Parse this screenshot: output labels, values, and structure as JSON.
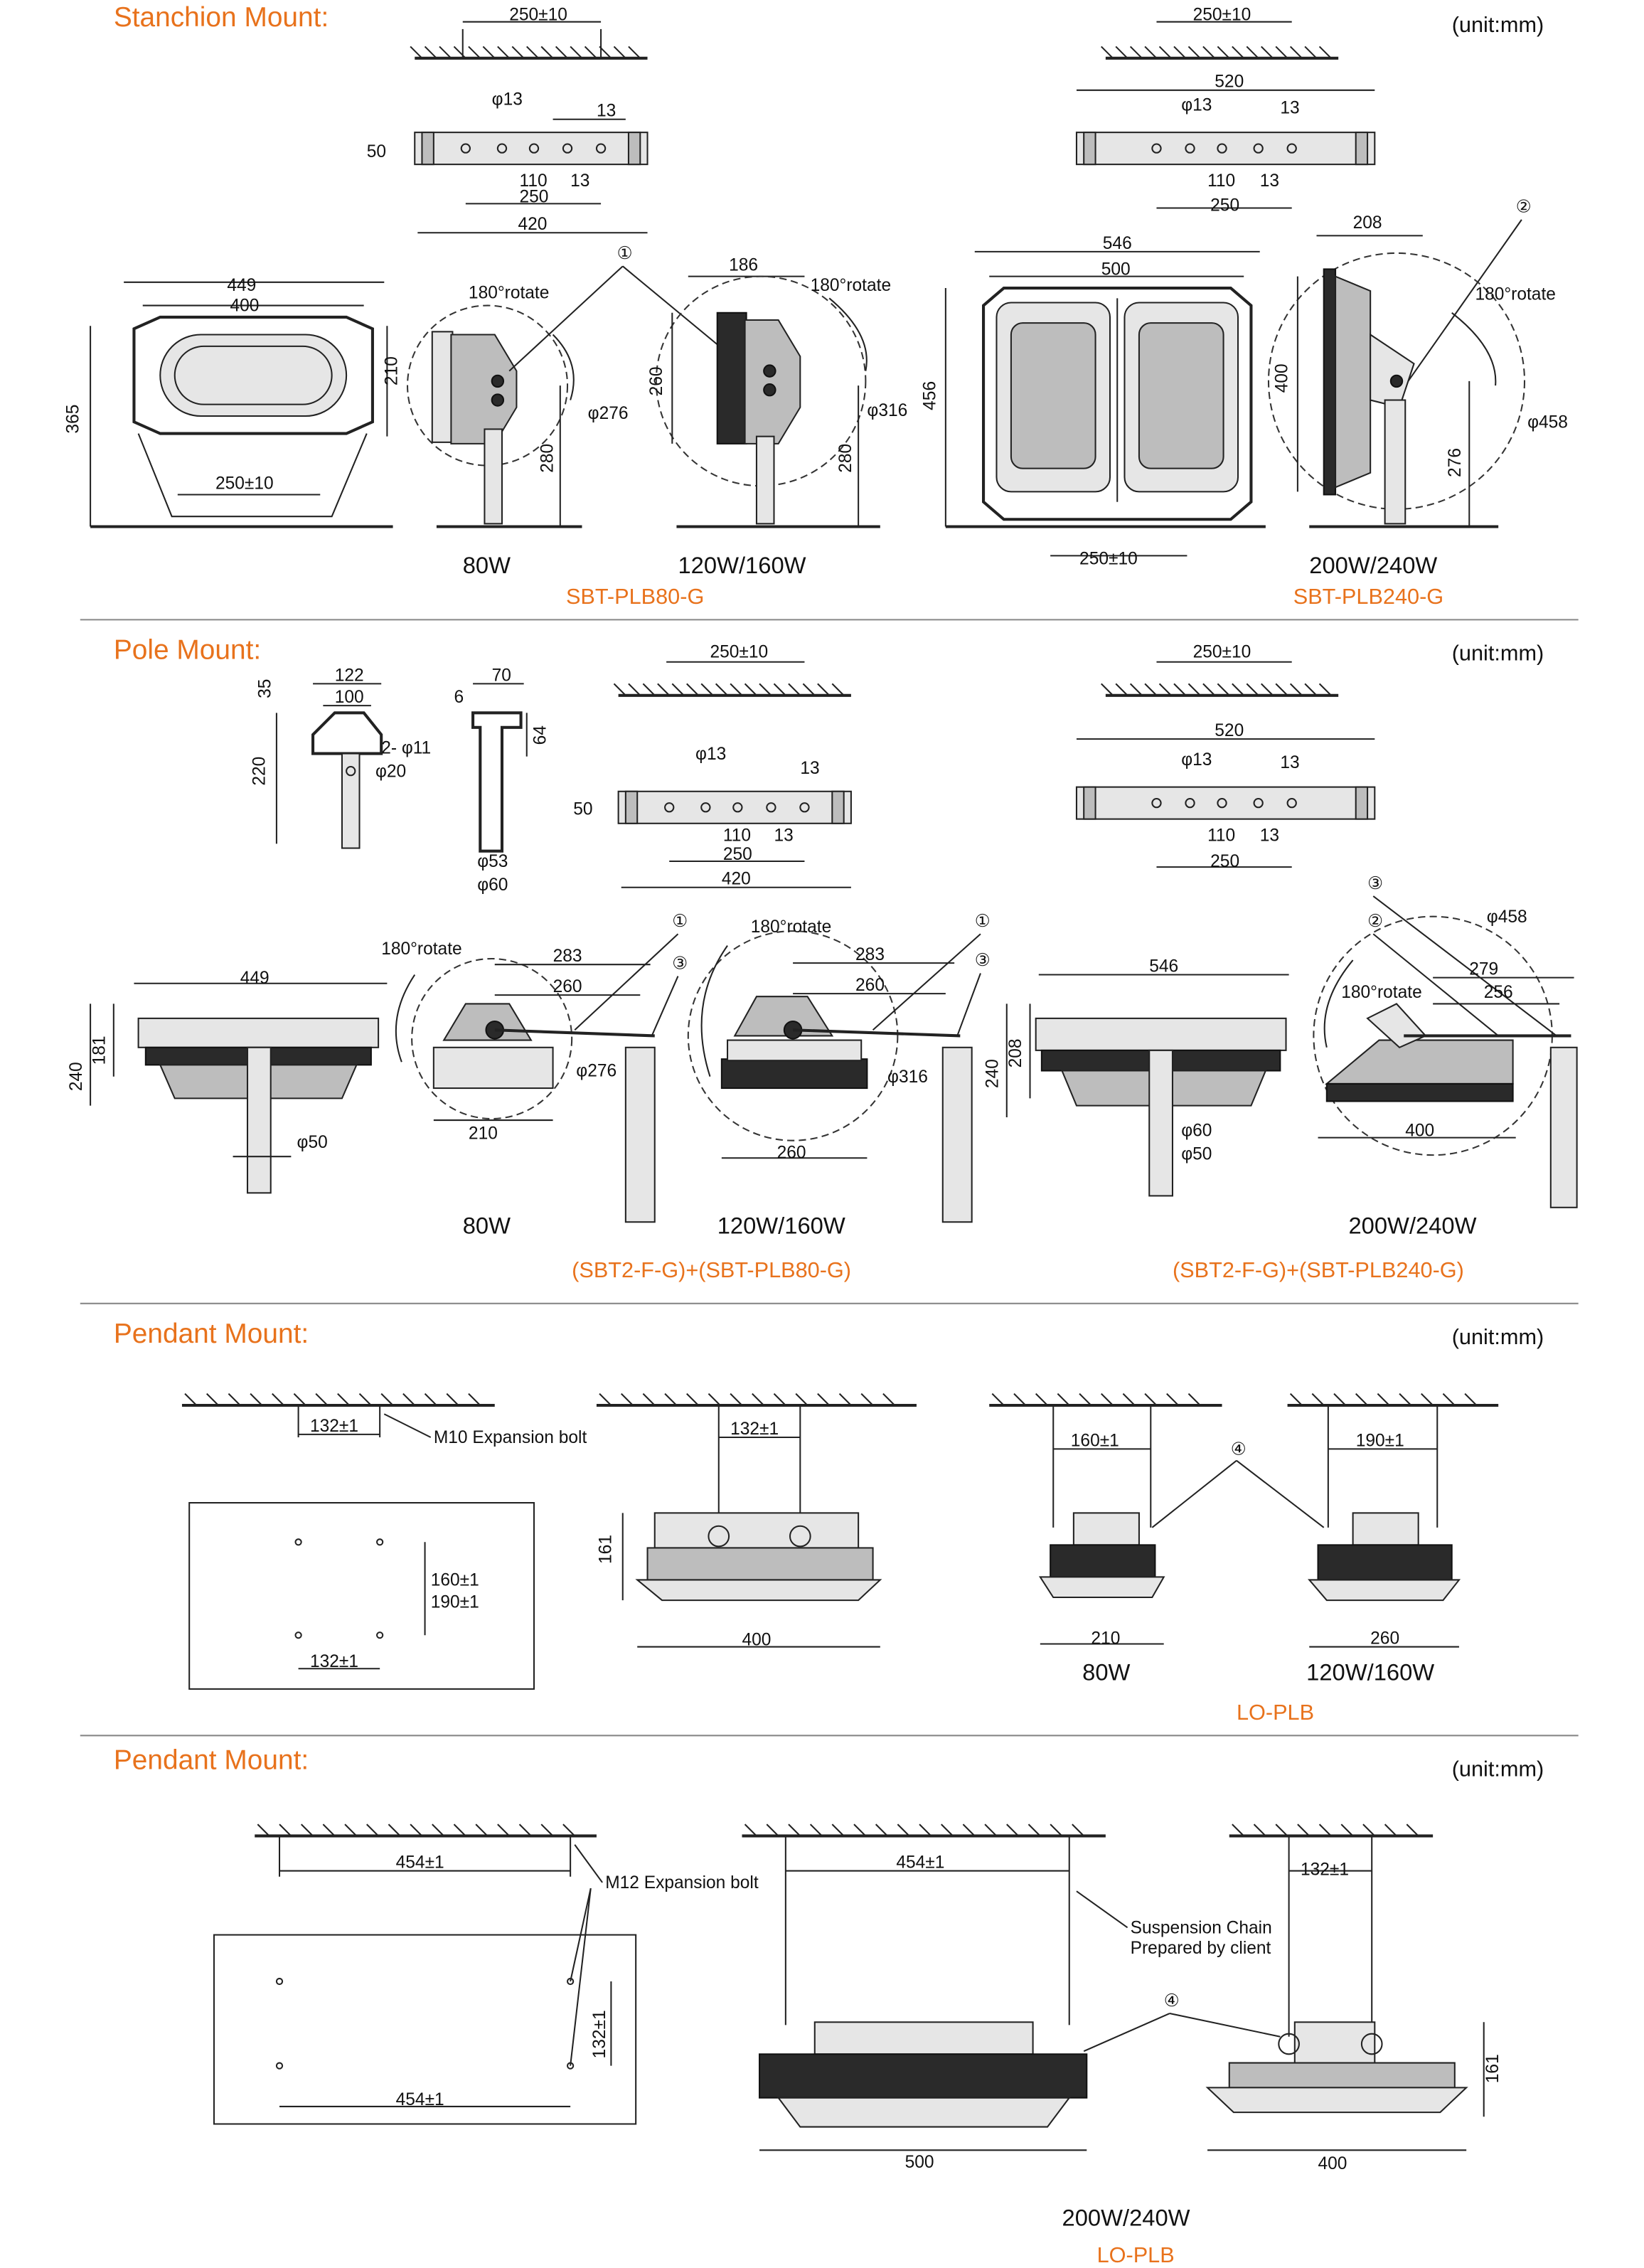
{
  "unit_label": "(unit:mm)",
  "sections": {
    "stanchion": {
      "title": "Stanchion Mount:",
      "rail_left": {
        "spacing": "250±10",
        "hole": "φ13",
        "d1": "13",
        "d2": "13",
        "h": "50",
        "a": "110",
        "b": "250",
        "total": "420"
      },
      "rail_right": {
        "spacing": "250±10",
        "width": "520",
        "hole": "φ13",
        "d1": "13",
        "d2": "13",
        "a": "110",
        "b": "250"
      },
      "lamp_80": {
        "w1": "449",
        "w2": "400",
        "h1": "365",
        "h2": "210",
        "base": "250±10",
        "rotate": "180°rotate",
        "dia": "φ276",
        "h3": "280",
        "callout": "①"
      },
      "lamp_120": {
        "w": "186",
        "rotate": "180°rotate",
        "h": "260",
        "dia": "φ316",
        "h2": "280"
      },
      "lamp_200": {
        "w1": "546",
        "w2": "500",
        "h": "456",
        "base": "250±10"
      },
      "lamp_240": {
        "w": "208",
        "callout": "②",
        "rotate": "180°rotate",
        "h": "400",
        "dia": "φ458",
        "h2": "276"
      },
      "captions": [
        "80W",
        "120W/160W",
        "200W/240W"
      ],
      "models": [
        "SBT-PLB80-G",
        "SBT-PLB240-G"
      ]
    },
    "pole": {
      "title": "Pole Mount:",
      "bracket": {
        "w1": "122",
        "w2": "100",
        "h1": "35",
        "h2": "220",
        "hole": "2- φ11",
        "dia": "φ20"
      },
      "sleeve": {
        "w": "70",
        "t": "6",
        "h": "64",
        "d1": "φ53",
        "d2": "φ60"
      },
      "rail_left": {
        "spacing": "250±10",
        "hole": "φ13",
        "d1": "13",
        "d2": "13",
        "h": "50",
        "a": "110",
        "b": "250",
        "total": "420"
      },
      "rail_right": {
        "spacing": "250±10",
        "width": "520",
        "hole": "φ13",
        "d1": "13",
        "d2": "13",
        "a": "110",
        "b": "250"
      },
      "lamp_80": {
        "w": "449",
        "h1": "240",
        "h2": "181",
        "dia": "φ50"
      },
      "lamp_80s": {
        "rotate": "180°rotate",
        "a": "283",
        "b": "260",
        "dia": "φ276",
        "w": "210",
        "c1": "①",
        "c3": "③"
      },
      "lamp_120": {
        "rotate": "180°rotate",
        "a": "283",
        "b": "260",
        "dia": "φ316",
        "w": "260",
        "c1": "①",
        "c3": "③"
      },
      "lamp_200": {
        "w": "546",
        "h1": "240",
        "h2": "208",
        "d1": "φ60",
        "d2": "φ50"
      },
      "lamp_240": {
        "dia": "φ458",
        "c3": "③",
        "c2": "②",
        "a": "279",
        "rotate": "180°rotate",
        "b": "256",
        "w": "400"
      },
      "captions": [
        "80W",
        "120W/160W",
        "200W/240W"
      ],
      "models": [
        "(SBT2-F-G)+(SBT-PLB80-G)",
        "(SBT2-F-G)+(SBT-PLB240-G)"
      ]
    },
    "pendant1": {
      "title": "Pendant Mount:",
      "ceiling": {
        "spacing": "132±1",
        "bolt": "M10 Expansion bolt"
      },
      "plate": {
        "d1": "160±1",
        "d2": "190±1",
        "d3": "132±1"
      },
      "side": {
        "spacing": "132±1",
        "h": "161",
        "w": "400"
      },
      "lamp_80": {
        "spacing": "160±1",
        "callout": "④",
        "w": "210"
      },
      "lamp_120": {
        "spacing": "190±1",
        "w": "260"
      },
      "captions": [
        "80W",
        "120W/160W"
      ],
      "model": "LO-PLB"
    },
    "pendant2": {
      "title": "Pendant Mount:",
      "ceiling": {
        "spacing": "454±1",
        "bolt": "M12 Expansion bolt"
      },
      "plate": {
        "d1": "132±1",
        "d2": "454±1"
      },
      "front": {
        "spacing": "454±1",
        "chain1": "Suspension Chain",
        "chain2": "Prepared by client",
        "callout": "④",
        "w": "500"
      },
      "side": {
        "spacing": "132±1",
        "h": "161",
        "w": "400"
      },
      "caption": "200W/240W",
      "model": "LO-PLB"
    }
  }
}
